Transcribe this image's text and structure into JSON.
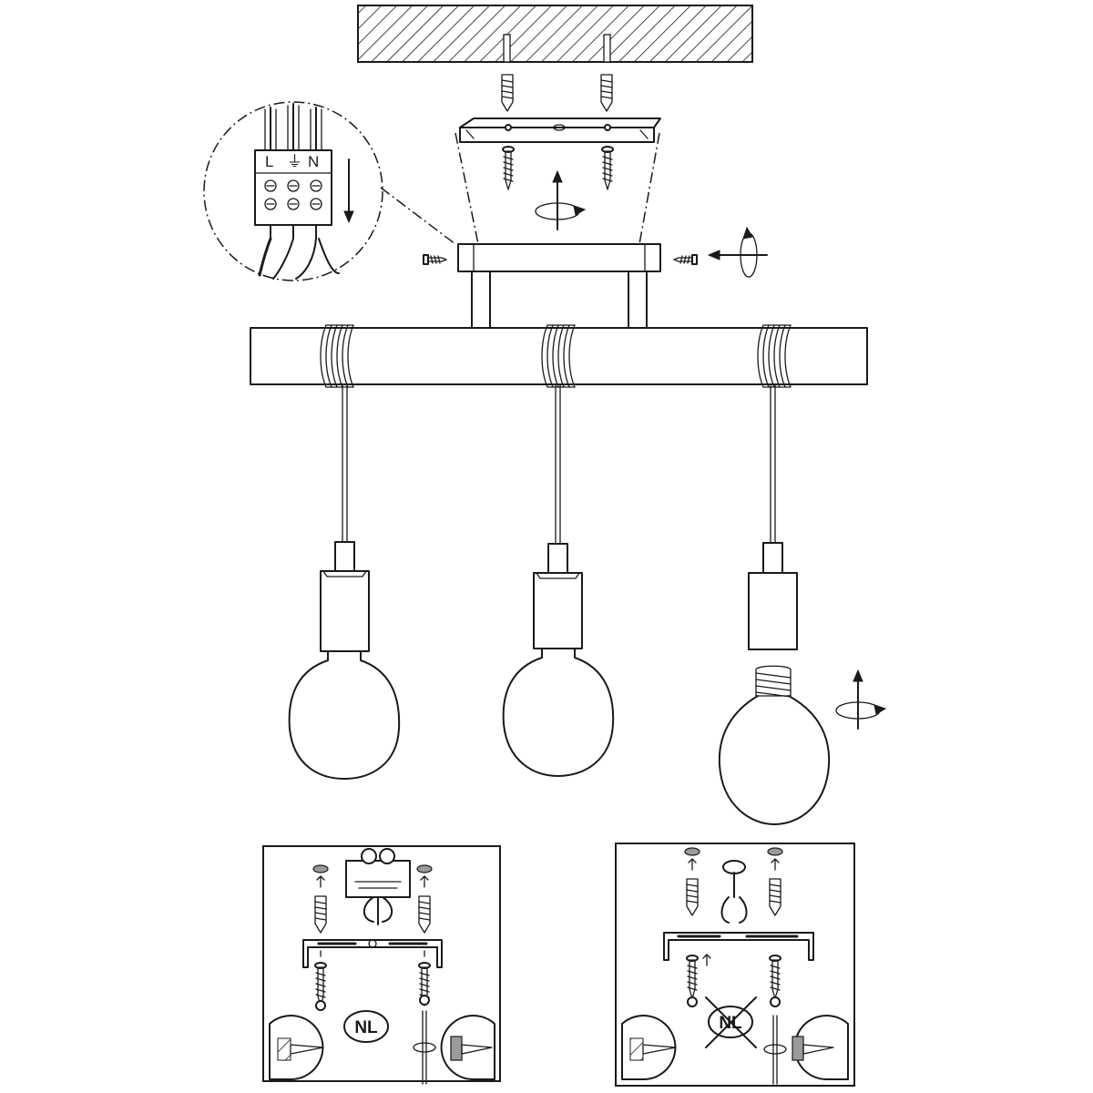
{
  "terminal_block": {
    "labels": [
      "L",
      "⏚",
      "N"
    ]
  },
  "insets": [
    {
      "badge": "NL",
      "crossed": false
    },
    {
      "badge": "NL",
      "crossed": true
    }
  ],
  "lamp_count": 3
}
